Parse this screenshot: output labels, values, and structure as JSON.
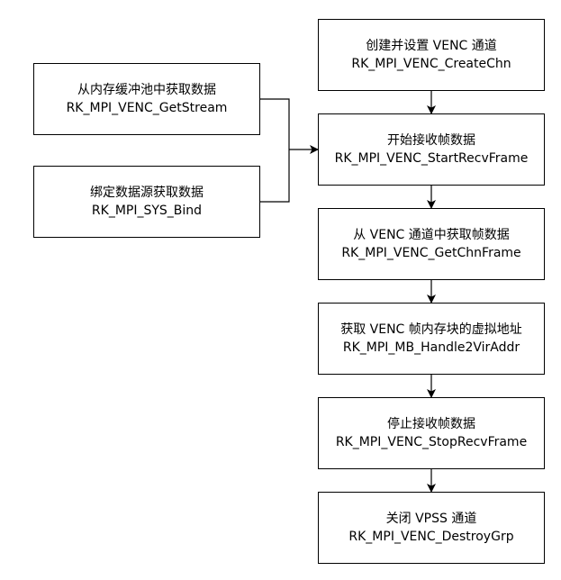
{
  "steps": [
    {
      "title": "创建并设置 VENC 通道",
      "api": "RK_MPI_VENC_CreateChn"
    },
    {
      "title": "开始接收帧数据",
      "api": "RK_MPI_VENC_StartRecvFrame"
    },
    {
      "title": "从 VENC 通道中获取帧数据",
      "api": "RK_MPI_VENC_GetChnFrame"
    },
    {
      "title": "获取 VENC 帧内存块的虚拟地址",
      "api": "RK_MPI_MB_Handle2VirAddr"
    },
    {
      "title": "停止接收帧数据",
      "api": "RK_MPI_VENC_StopRecvFrame"
    },
    {
      "title": "关闭 VPSS 通道",
      "api": "RK_MPI_VENC_DestroyGrp"
    }
  ],
  "alternatives": [
    {
      "title": "从内存缓冲池中获取数据",
      "api": "RK_MPI_VENC_GetStream"
    },
    {
      "title": "绑定数据源获取数据",
      "api": "RK_MPI_SYS_Bind"
    }
  ]
}
